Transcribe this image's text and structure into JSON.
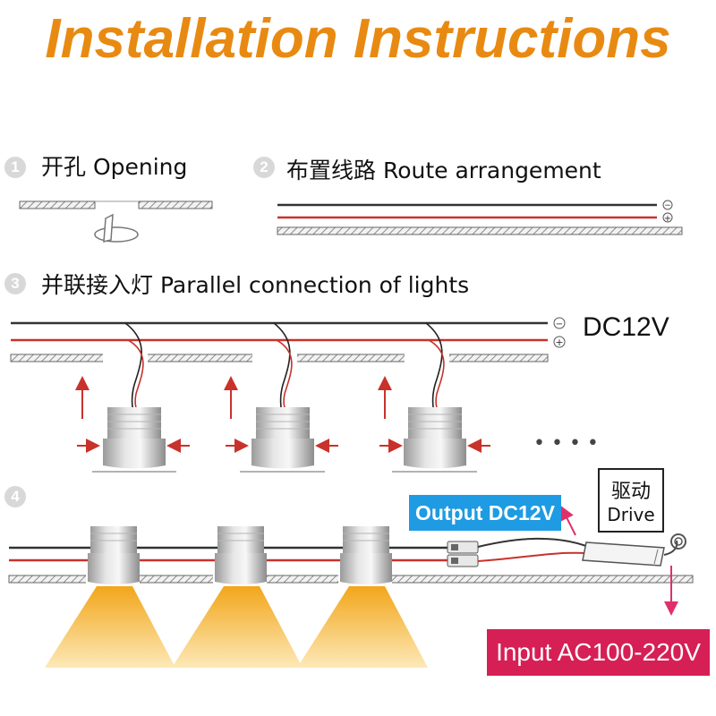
{
  "title": "Installation Instructions",
  "steps": [
    {
      "number": "1",
      "label": "开孔 Opening"
    },
    {
      "number": "2",
      "label": "布置线路 Route arrangement"
    },
    {
      "number": "3",
      "label": "并联接入灯 Parallel connection of lights"
    },
    {
      "number": "4",
      "label": ""
    }
  ],
  "polarity": {
    "negative": "−",
    "positive": "+"
  },
  "dc_label": "DC12V",
  "continuation": "• • • •",
  "output_label": "Output DC12V",
  "drive_label_cn": "驱动",
  "drive_label_en": "Drive",
  "input_label": "Input AC100-220V",
  "colors": {
    "title": "#e88a12",
    "output_bg": "#1e9be2",
    "input_bg": "#d61f55",
    "wire_red": "#c8322b",
    "light_beam": "#f4b53c"
  }
}
